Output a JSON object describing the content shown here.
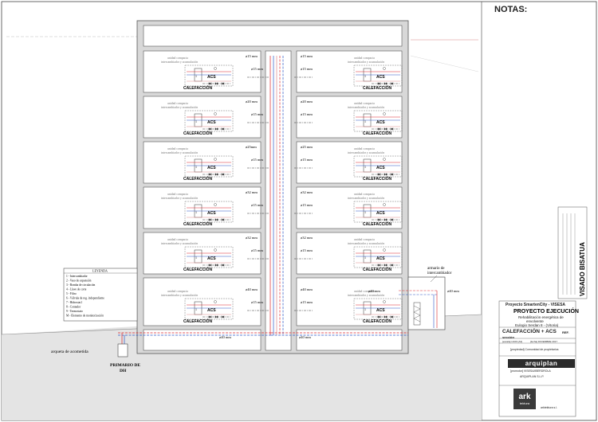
{
  "notes_title": "NOTAS:",
  "units": {
    "left": [
      {
        "label": "unidad compacta intercambiador y acumulación",
        "dn": "ø15 mm",
        "acs": "ACS",
        "cal": "CALEFACCIÓN",
        "pipe": "ø15 mm"
      },
      {
        "label": "unidad compacta intercambiador y acumulación",
        "dn": "ø20 mm",
        "acs": "ACS",
        "cal": "CALEFACCIÓN",
        "pipe": "ø15 mm"
      },
      {
        "label": "unidad compacta intercambiador y acumulación",
        "dn": "ø25mm",
        "acs": "ACS",
        "cal": "CALEFACCIÓN",
        "pipe": "ø15 mm"
      },
      {
        "label": "unidad compacta intercambiador y acumulación",
        "dn": "ø32 mm",
        "acs": "ACS",
        "cal": "CALEFACCIÓN",
        "pipe": "ø15 mm"
      },
      {
        "label": "unidad compacta intercambiador y acumulación",
        "dn": "ø32 mm",
        "acs": "ACS",
        "cal": "CALEFACCIÓN",
        "pipe": "ø15 mm"
      },
      {
        "label": "unidad compacta intercambiador y acumulación",
        "dn": "ø40 mm",
        "acs": "ACS",
        "cal": "CALEFACCIÓN",
        "pipe": "ø15 mm"
      }
    ],
    "right": [
      {
        "label": "unidad compacta intercambiador y acumulación",
        "dn": "ø15 mm",
        "acs": "ACS",
        "cal": "CALEFACCIÓN",
        "pipe": "ø15 mm"
      },
      {
        "label": "unidad compacta intercambiador y acumulación",
        "dn": "ø20 mm",
        "acs": "ACS",
        "cal": "CALEFACCIÓN",
        "pipe": "ø15 mm"
      },
      {
        "label": "unidad compacta intercambiador y acumulación",
        "dn": "ø25 mm",
        "acs": "ACS",
        "cal": "CALEFACCIÓN",
        "pipe": "ø15 mm"
      },
      {
        "label": "unidad compacta intercambiador y acumulación",
        "dn": "ø32 mm",
        "acs": "ACS",
        "cal": "CALEFACCIÓN",
        "pipe": "ø15 mm"
      },
      {
        "label": "unidad compacta intercambiador y acumulación",
        "dn": "ø32 mm",
        "acs": "ACS",
        "cal": "CALEFACCIÓN",
        "pipe": "ø15 mm"
      },
      {
        "label": "unidad compacta intercambiador y acumulación",
        "dn": "ø40 mm",
        "acs": "ACS",
        "cal": "CALEFACCIÓN",
        "pipe": "ø15 mm"
      }
    ]
  },
  "ground": {
    "left_dn": "ø40 mm",
    "right_dn": "ø40 mm",
    "mid_dn": "ø40 mm"
  },
  "armario": {
    "label_l1": "armario de",
    "label_l2": "intercambiador",
    "dn": "ø40 mm"
  },
  "acometida": "arqueta de acometida",
  "primario": {
    "l1": "PRIMARIO DE",
    "l2": "DH"
  },
  "legend": {
    "title": "LEYENDA",
    "items": [
      "1 - Intercambiador",
      "2 - Vaso de expansión",
      "3 - Bomba de circulación",
      "4 - Llave de corte",
      "5 - Filtro",
      "6 - Válvula de reg. independiente",
      "7 - Hidrostat.l",
      "8 - Contador",
      "9 - Termostato",
      "M - Elemento de monitorización"
    ]
  },
  "title_block": {
    "project": "Proyecto SmartenCity - VISESA",
    "phase": "PROYECTO EJECUCIÓN",
    "desc1": "Rehabilitación energética de",
    "desc2": "envolvente",
    "desc3": "Eulogio Serdan 8 - (Vitoria)",
    "title": "CALEFACCIÓN + ACS",
    "sub": "sección",
    "ref": "REF.",
    "scale": "[escala] 1/100 (A3)",
    "date": "[fecha] DICIEMBRE 2017",
    "owner": "[propiedad] Comunidad de propietarios",
    "promoter": "[promotor] VISESA/IBERDROLA",
    "arquiplan_name": "ARQUIPLAN S.L.P.",
    "arktektura_name": "arktektura s.l.",
    "logo_arquiplan": "arquiplan",
    "logo_ark": "ark",
    "logo_ark_sub": "tektura",
    "visado": "VISADO BISATUA"
  },
  "colors": {
    "wall": "#6f6f6f",
    "hot": "#d9262b",
    "cold": "#2a56c6",
    "return": "#e08a8a",
    "fill": "#d8d8d8"
  }
}
